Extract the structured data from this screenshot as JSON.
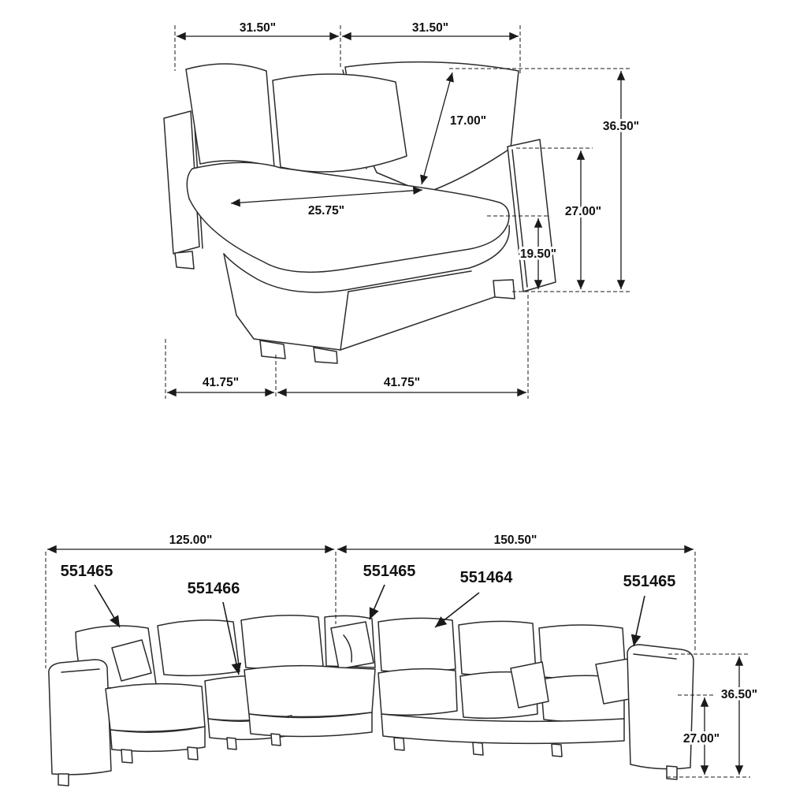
{
  "colors": {
    "line": "#1a1a1a",
    "background": "#ffffff"
  },
  "corner_chair_diagram": {
    "dims": {
      "top_width_left": "31.50\"",
      "top_width_right": "31.50\"",
      "back_cushion_length": "17.00\"",
      "overall_height": "36.50\"",
      "arm_height": "27.00\"",
      "seat_height": "19.50\"",
      "seat_depth": "25.75\"",
      "base_depth_left": "41.75\"",
      "base_width_right": "41.75\""
    }
  },
  "sectional_diagram": {
    "dims": {
      "left_length": "125.00\"",
      "right_length": "150.50\"",
      "overall_height": "36.50\"",
      "back_height": "27.00\""
    },
    "skus": [
      "551465",
      "551466",
      "551465",
      "551464",
      "551465"
    ]
  }
}
